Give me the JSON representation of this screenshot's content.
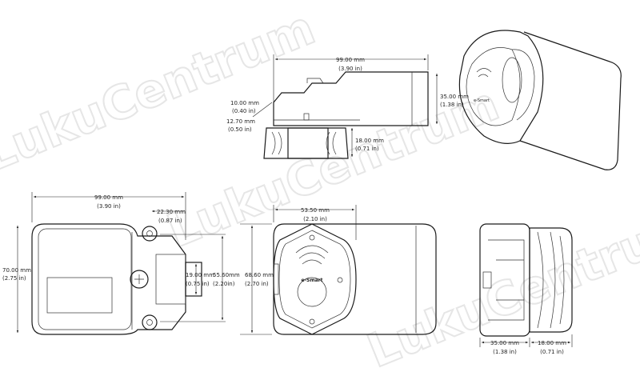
{
  "watermark": "LukuCentrum",
  "logo_text": "e-Smart",
  "side_view": {
    "length_mm": "99.00 mm",
    "length_in": "(3.90 in)",
    "height_mm": "35.00 mm",
    "height_in": "(1.38 in)",
    "step1_mm": "10.00 mm",
    "step1_in": "(0.40 in)",
    "step2_mm": "12.70 mm",
    "step2_in": "(0.50 in)",
    "knob_mm": "18.00 mm",
    "knob_in": "(0.71 in)"
  },
  "front_view": {
    "length_mm": "99.00 mm",
    "length_in": "(3.90 in)",
    "flange_mm": "22.30 mm",
    "flange_in": "(0.87 in)",
    "height_mm": "70.00 mm",
    "height_in": "(2.75 in)",
    "latch_mm": "19.00 mm",
    "latch_in": "(0.75 in)",
    "holes_mm": "55.60mm",
    "holes_in": "(2.20in)"
  },
  "top_view": {
    "width_mm": "53.50 mm",
    "width_in": "(2.10 in)",
    "height_mm": "68.60 mm",
    "height_in": "(2.70 in)"
  },
  "end_view": {
    "depth_mm": "35.00 mm",
    "depth_in": "(1.38 in)",
    "knob_mm": "18.00 mm",
    "knob_in": "(0.71 in)"
  }
}
